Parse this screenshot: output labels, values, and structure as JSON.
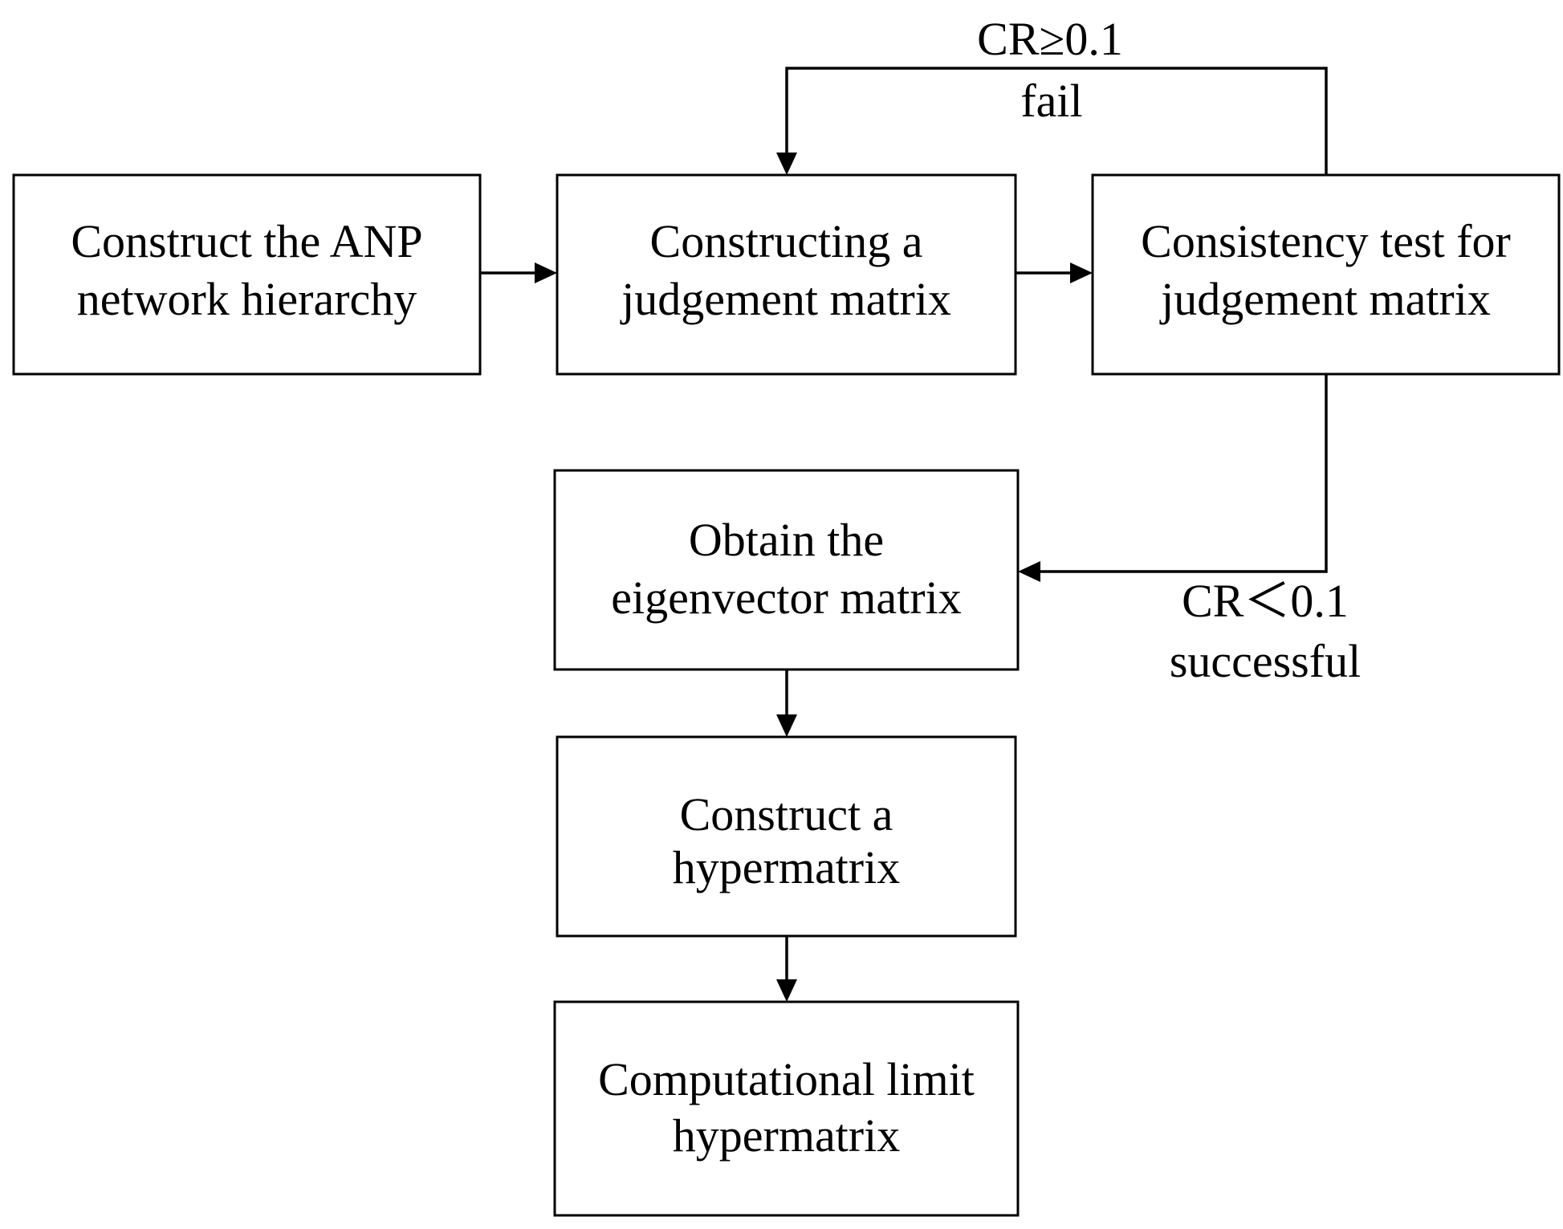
{
  "diagram": {
    "nodes": [
      {
        "id": "anp",
        "lines": [
          "Construct the ANP",
          "network hierarchy"
        ]
      },
      {
        "id": "judge",
        "lines": [
          "Constructing a",
          "judgement matrix"
        ]
      },
      {
        "id": "consistency",
        "lines": [
          "Consistency test for",
          "judgement matrix"
        ]
      },
      {
        "id": "eigen",
        "lines": [
          "Obtain the",
          "eigenvector matrix"
        ]
      },
      {
        "id": "hyper",
        "lines": [
          "Construct a",
          "hypermatrix"
        ]
      },
      {
        "id": "limit",
        "lines": [
          "Computational limit",
          "hypermatrix"
        ]
      }
    ],
    "edges": [
      {
        "id": "anp-to-judge",
        "from": "anp",
        "to": "judge"
      },
      {
        "id": "judge-to-consistency",
        "from": "judge",
        "to": "consistency"
      },
      {
        "id": "consistency-fail",
        "from": "consistency",
        "to": "judge",
        "labels": [
          "CR≥0.1",
          "fail"
        ]
      },
      {
        "id": "consistency-success",
        "from": "consistency",
        "to": "eigen",
        "labels": [
          "CR＜0.1",
          "successful"
        ]
      },
      {
        "id": "eigen-to-hyper",
        "from": "eigen",
        "to": "hyper"
      },
      {
        "id": "hyper-to-limit",
        "from": "hyper",
        "to": "limit"
      }
    ]
  }
}
